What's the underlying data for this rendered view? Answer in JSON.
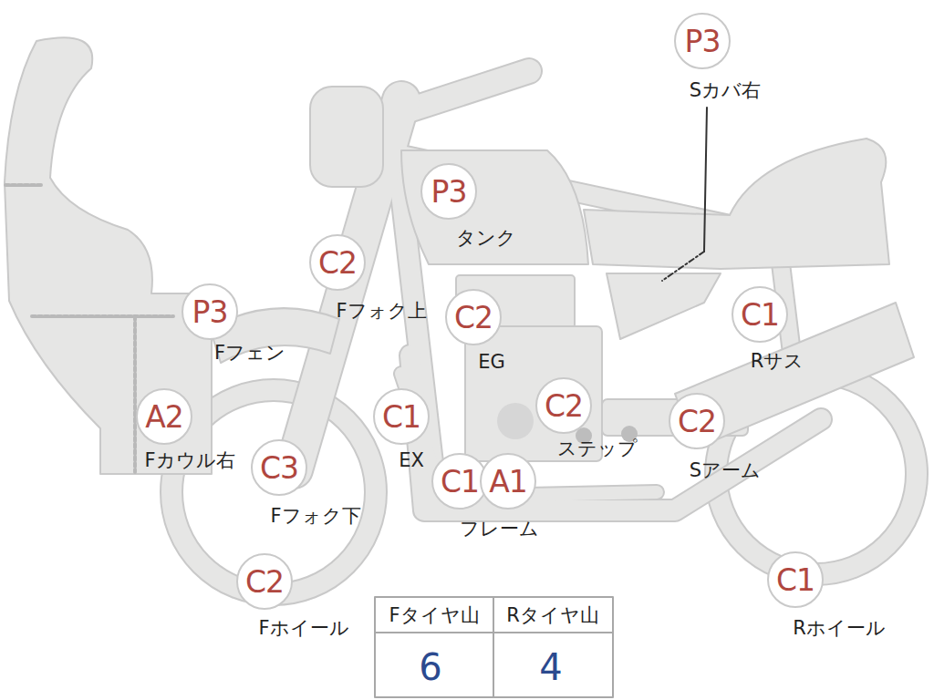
{
  "diagram": {
    "nodes": [
      {
        "text": [
          "P3",
          "Sカバ右"
        ]
      },
      {
        "text": [
          "P3",
          "タンク"
        ]
      },
      {
        "text": [
          "C2",
          "Fフォク上"
        ]
      },
      {
        "text": [
          "P3",
          "Fフェン"
        ]
      },
      {
        "text": [
          "C2",
          "EG"
        ]
      },
      {
        "text": [
          "C1",
          "Rサス"
        ]
      },
      {
        "text": [
          "C2",
          "ステップ"
        ]
      },
      {
        "text": [
          "A2",
          "Fカウル右"
        ]
      },
      {
        "text": [
          "C1",
          "EX"
        ]
      },
      {
        "text": [
          "C2",
          "Sアーム"
        ]
      },
      {
        "text": [
          "C3",
          "Fフォク下"
        ]
      },
      {
        "text": [
          "C1"
        ]
      },
      {
        "text": [
          "A1"
        ]
      },
      {
        "text": [
          "C2",
          "Fホイール"
        ]
      },
      {
        "text": [
          "C1",
          "Rホイール"
        ]
      }
    ],
    "labels": [
      "フレーム",
      "Fタイヤ山",
      "Rタイヤ山",
      "6",
      "4"
    ]
  }
}
